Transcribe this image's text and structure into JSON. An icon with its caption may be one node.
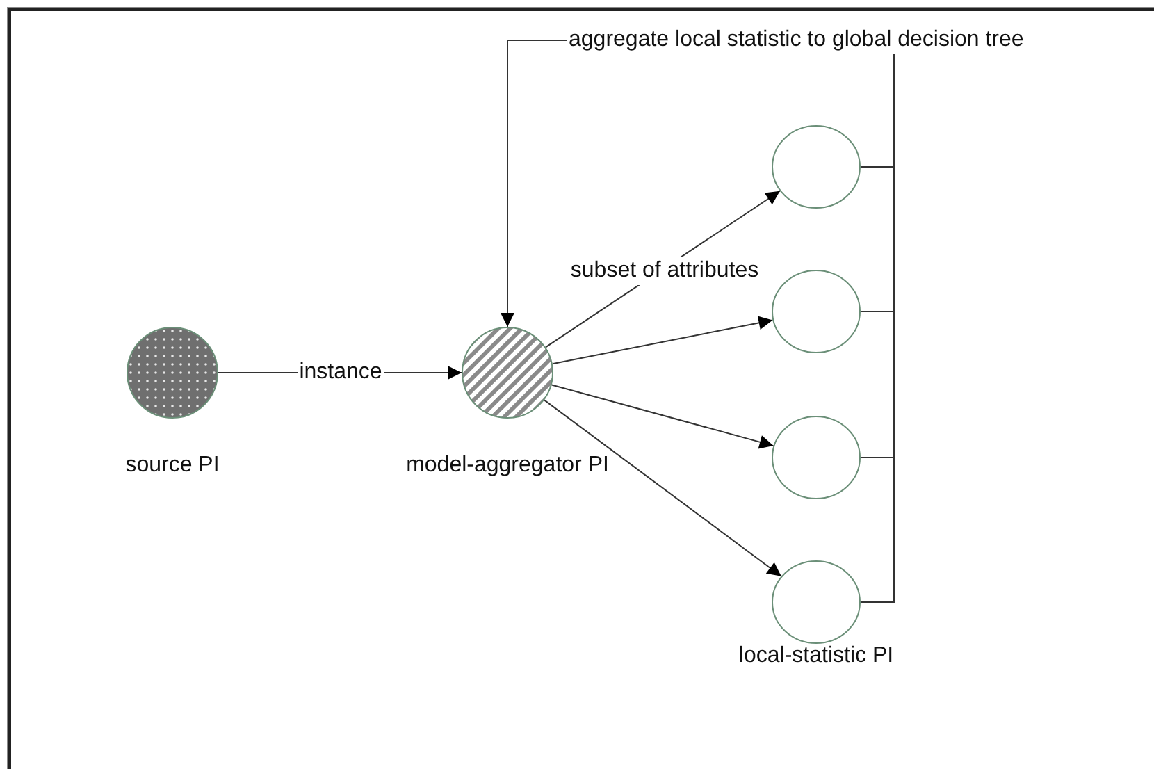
{
  "diagram": {
    "nodes": [
      {
        "text": [],
        "shape": "circle",
        "beside": [
          "source PI"
        ]
      },
      {
        "text": [],
        "shape": "circle",
        "beside": [
          "model-aggregator PI"
        ]
      },
      {
        "text": [],
        "shape": "circle"
      },
      {
        "text": [],
        "shape": "circle"
      },
      {
        "text": [],
        "shape": "circle"
      },
      {
        "text": [],
        "shape": "circle"
      },
      {
        "text": [
          "aggregate local statistic to global decision tree"
        ]
      }
    ],
    "edges": [
      {
        "from": 0,
        "to": 1,
        "arrow": "to",
        "label": "instance"
      },
      {
        "from": 1,
        "to": 2,
        "arrow": "to",
        "label": "subset of attributes"
      },
      {
        "from": 1,
        "to": 3,
        "arrow": "to"
      },
      {
        "from": 1,
        "to": 4,
        "arrow": "to"
      },
      {
        "from": 1,
        "to": 5,
        "arrow": "to"
      },
      {
        "from": 2,
        "to": 6,
        "arrow": "none"
      },
      {
        "from": 3,
        "to": 6,
        "arrow": "none"
      },
      {
        "from": 4,
        "to": 6,
        "arrow": "none"
      },
      {
        "from": 5,
        "to": 6,
        "arrow": "none"
      },
      {
        "from": 6,
        "to": 1,
        "arrow": "to"
      }
    ],
    "labels": [
      "local-statistic PI"
    ]
  }
}
